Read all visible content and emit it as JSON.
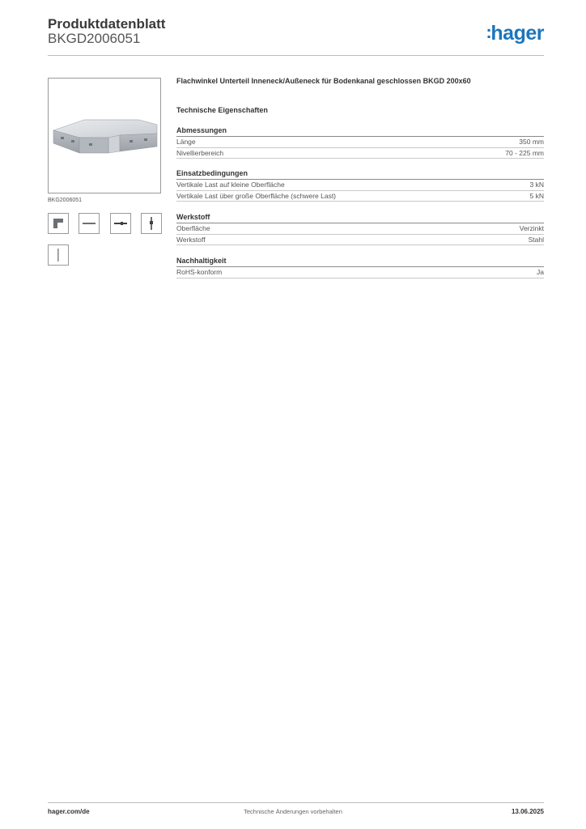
{
  "header": {
    "title": "Produktdatenblatt",
    "code": "BKGD2006051",
    "logo_text": "hager",
    "logo_color": "#1c75bc"
  },
  "image": {
    "caption": "BKG2006051",
    "thumbnails": [
      "corner-view",
      "side-view",
      "end-view",
      "front-view",
      "edge-view"
    ]
  },
  "product": {
    "title": "Flachwinkel Unterteil Inneneck/Außeneck für Bodenkanal geschlossen BKGD 200x60",
    "tech_heading": "Technische Eigenschaften"
  },
  "sections": [
    {
      "heading": "Abmessungen",
      "rows": [
        {
          "label": "Länge",
          "value": "350 mm"
        },
        {
          "label": "Nivellierbereich",
          "value": "70 - 225 mm"
        }
      ]
    },
    {
      "heading": "Einsatzbedingungen",
      "rows": [
        {
          "label": "Vertikale Last auf kleine Oberfläche",
          "value": "3 kN"
        },
        {
          "label": "Vertikale Last über große Oberfläche (schwere Last)",
          "value": "5 kN"
        }
      ]
    },
    {
      "heading": "Werkstoff",
      "rows": [
        {
          "label": "Oberfläche",
          "value": "Verzinkt"
        },
        {
          "label": "Werkstoff",
          "value": "Stahl"
        }
      ]
    },
    {
      "heading": "Nachhaltigkeit",
      "rows": [
        {
          "label": "RoHS-konform",
          "value": "Ja"
        }
      ]
    }
  ],
  "footer": {
    "url": "hager.com/de",
    "note": "Technische Änderungen vorbehalten",
    "date": "13.06.2025"
  }
}
